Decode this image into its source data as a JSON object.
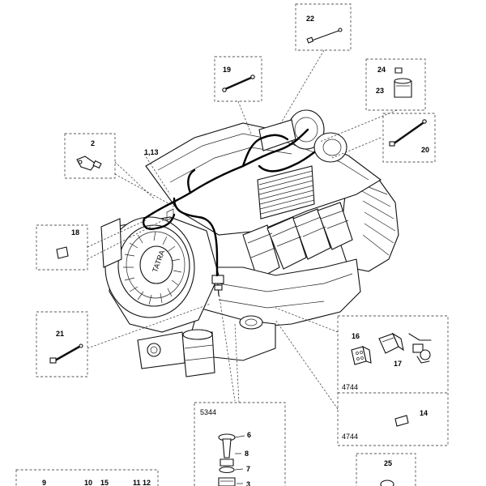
{
  "callouts": {
    "c22": "22",
    "c19": "19",
    "c24": "24",
    "c23": "23",
    "c2": "2",
    "c1_13": "1,13",
    "c20": "20",
    "c18": "18",
    "c21": "21",
    "c16": "16",
    "c17": "17",
    "c14": "14",
    "c6": "6",
    "c8": "8",
    "c7": "7",
    "c3": "3",
    "c25": "25",
    "c9": "9",
    "c10": "10",
    "c15": "15",
    "c11_12": "11 12"
  },
  "codes": {
    "connector_box_top": "4744",
    "connector_box_bottom": "4744",
    "sensor_box": "5344"
  },
  "emblem_text": "TATRA"
}
